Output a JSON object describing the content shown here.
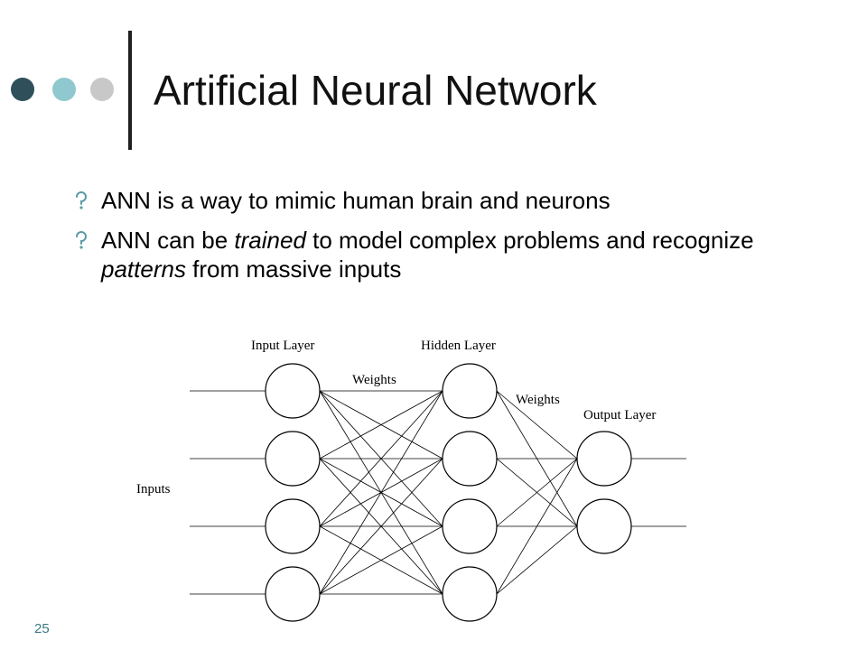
{
  "slide": {
    "title": "Artificial Neural Network",
    "number": "25",
    "accent_colors": {
      "dot_dark": "#2f4f5a",
      "dot_teal": "#8fc8cf",
      "dot_gray": "#c8c8c8",
      "bar": "#1f1f1f",
      "bullet": "#5a9aa3"
    }
  },
  "bullets": [
    {
      "parts": [
        {
          "text": "ANN is a way to mimic human brain and neurons",
          "italic": false
        }
      ]
    },
    {
      "parts": [
        {
          "text": "ANN can be ",
          "italic": false
        },
        {
          "text": "trained",
          "italic": true
        },
        {
          "text": " to model complex problems and recognize ",
          "italic": false
        },
        {
          "text": "patterns",
          "italic": true
        },
        {
          "text": " from massive inputs",
          "italic": false
        }
      ]
    }
  ],
  "diagram": {
    "labels": {
      "input_layer": "Input Layer",
      "hidden_layer": "Hidden Layer",
      "output_layer": "Output Layer",
      "weights_1": "Weights",
      "weights_2": "Weights",
      "inputs": "Inputs"
    },
    "layers": {
      "input_nodes": 4,
      "hidden_nodes": 4,
      "output_nodes": 2
    }
  }
}
